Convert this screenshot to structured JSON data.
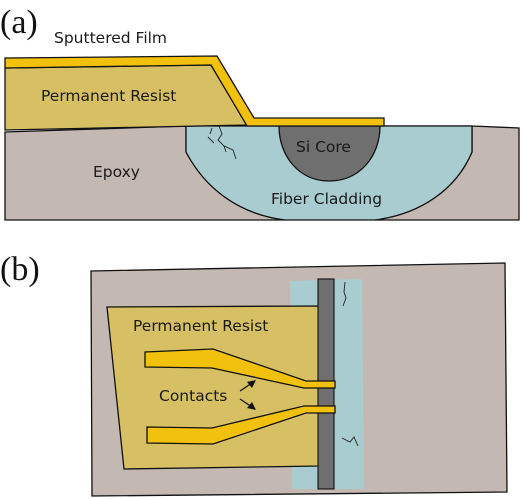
{
  "panel_a": {
    "letter": "(a)",
    "sputtered_film": "Sputtered Film",
    "permanent_resist": "Permanent Resist",
    "si_core": "Si Core",
    "epoxy": "Epoxy",
    "fiber_cladding": "Fiber Cladding"
  },
  "panel_b": {
    "letter": "(b)",
    "permanent_resist": "Permanent Resist",
    "contacts": "Contacts"
  },
  "colors": {
    "epoxy": "#c4b8b3",
    "resist": "#d7c064",
    "film": "#f2c10e",
    "cladding": "#a8ccd0",
    "core": "#6f6f6f",
    "outline": "#111111"
  }
}
